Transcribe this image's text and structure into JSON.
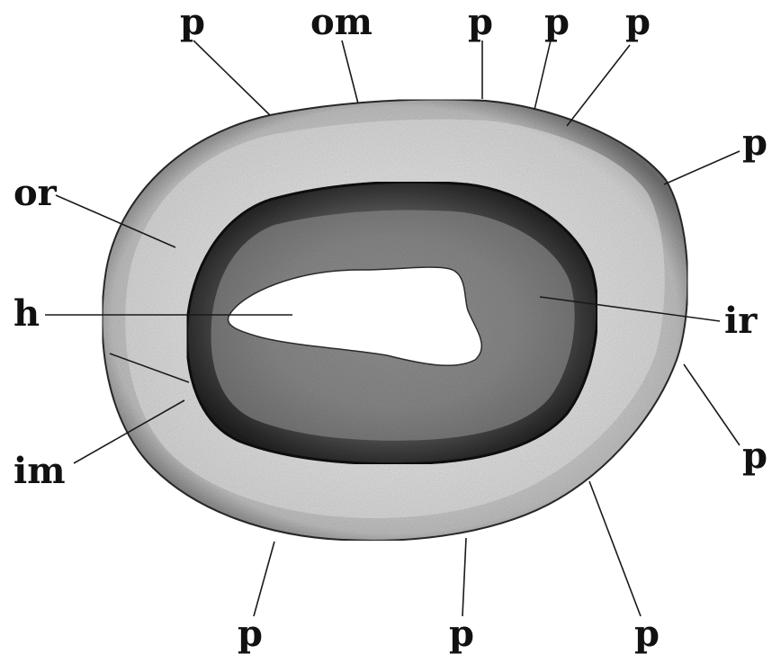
{
  "labels": {
    "p_top_left": "p",
    "om": "om",
    "p_top_mid": "p",
    "p_top_mid2": "p",
    "p_top_right": "p",
    "p_right_upper": "p",
    "or": "or",
    "h": "h",
    "ir": "ir",
    "im": "im",
    "p_right_lower": "p",
    "p_bottom_left": "p",
    "p_bottom_mid": "p",
    "p_bottom_right": "p"
  },
  "colors": {
    "background": "#ffffff",
    "outer_ring": "#d9d9d9",
    "inner_ring": "#5a5a5a",
    "lumen": "#ffffff",
    "ink": "#111111"
  }
}
